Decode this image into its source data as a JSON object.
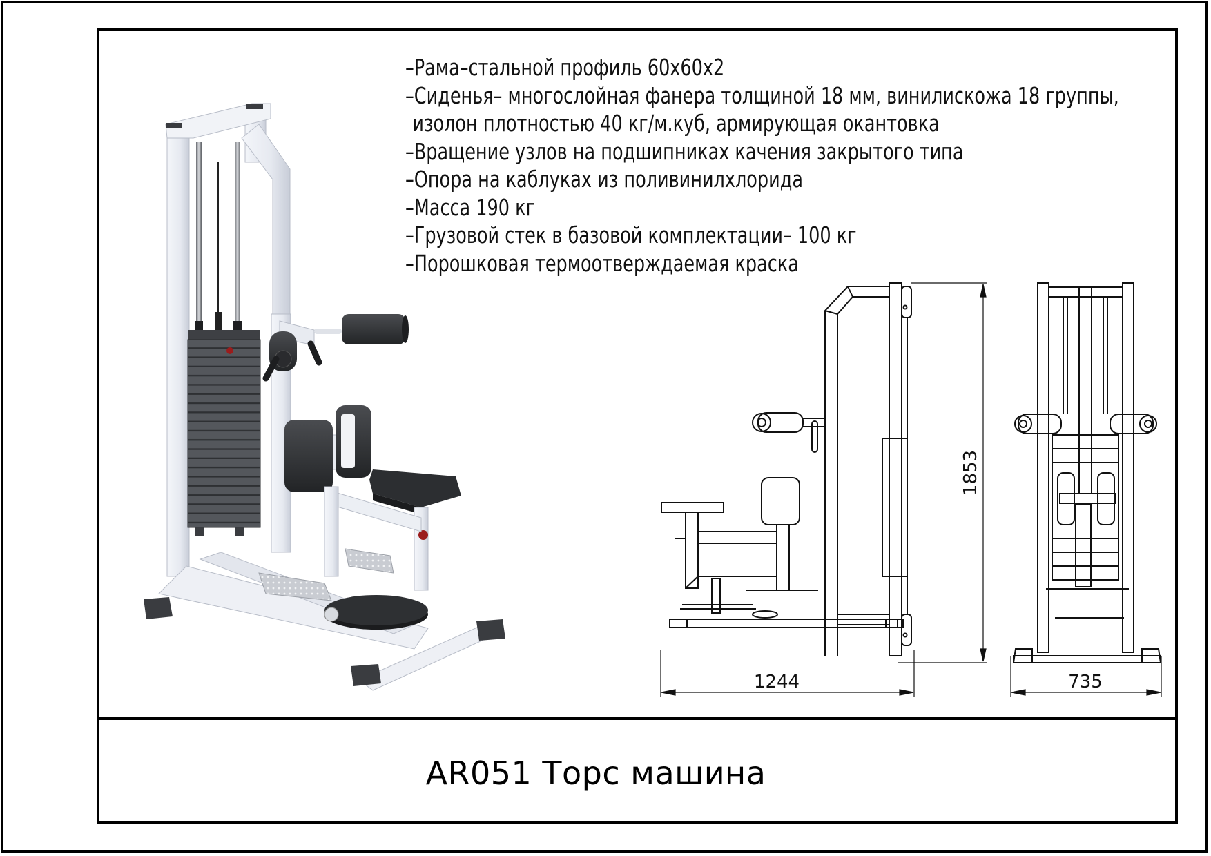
{
  "product": {
    "code": "AR051",
    "name": "Торс машина",
    "title": "AR051 Торс машина"
  },
  "specifications": [
    "–Рама–стальной профиль 60х60х2",
    "–Сиденья– многослойная фанера толщиной 18 мм, винилискожа 18 группы,",
    "изолон плотностью 40 кг/м.куб, армирующая окантовка",
    "–Вращение узлов на подшипниках качения закрытого типа",
    "–Опора на каблуках из поливинилхлорида",
    "–Масса 190 кг",
    "–Грузовой стек в базовой комплектации– 100 кг",
    "–Порошковая термоотверждаемая краска"
  ],
  "dimensions": {
    "height": "1853",
    "length": "1244",
    "width": "735"
  },
  "colors": {
    "frame": "#eef0f5",
    "frame_shade": "#c9ced8",
    "stack": "#4a4c50",
    "pad": "#2e3033",
    "pin": "#9b1c1c",
    "line": "#111111"
  }
}
